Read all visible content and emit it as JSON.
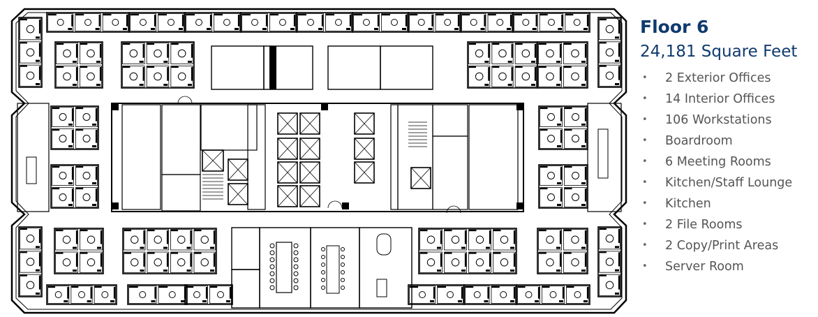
{
  "heading": {
    "title": "Floor 6",
    "area": "24,181 Square Feet"
  },
  "features": [
    "2 Exterior Offices",
    "14 Interior Offices",
    "106 Workstations",
    "Boardroom",
    "6 Meeting Rooms",
    "Kitchen/Staff Lounge",
    "Kitchen",
    "2 File Rooms",
    "2 Copy/Print Areas",
    "Server Room"
  ],
  "colors": {
    "heading": "#103a6e",
    "bullet_text": "#555555",
    "plan_lines": "#000000"
  }
}
